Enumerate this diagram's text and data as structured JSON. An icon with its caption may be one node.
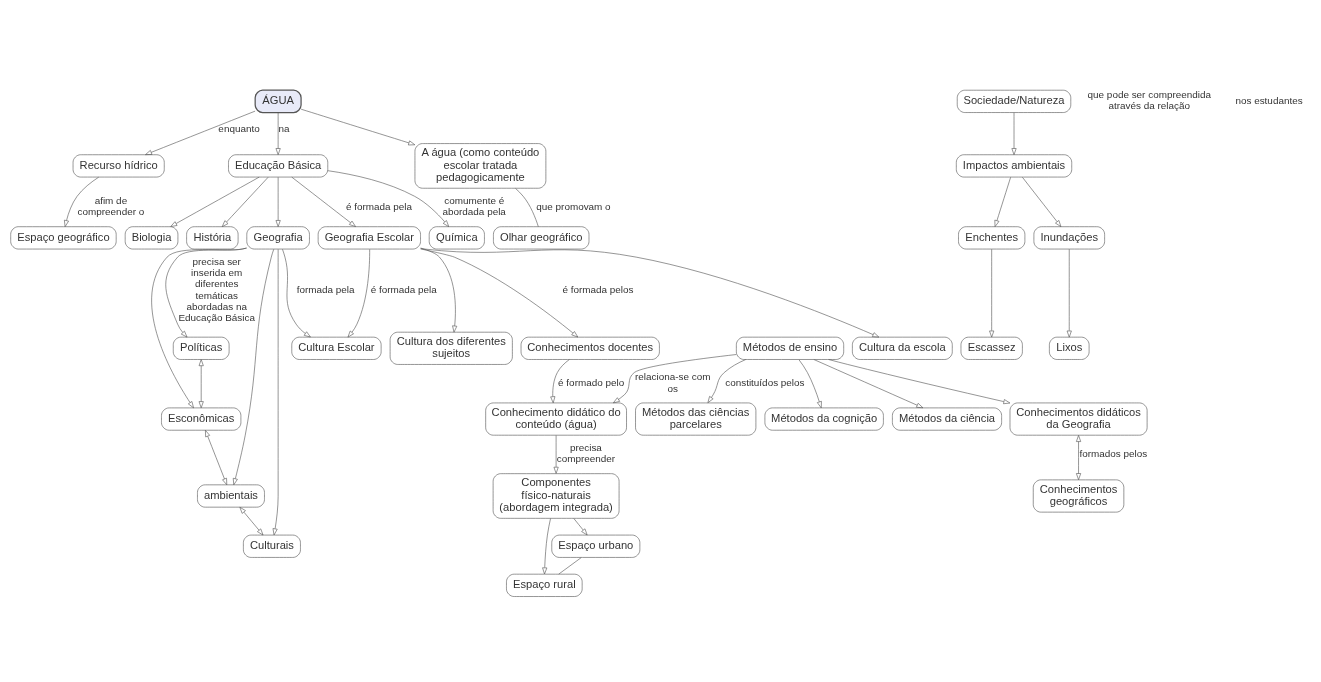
{
  "diagram": {
    "nodes": [
      {
        "text": [
          "ÁGUA"
        ]
      },
      {
        "text": [
          "Recurso hídrico"
        ]
      },
      {
        "text": [
          "Espaço geográfico"
        ]
      },
      {
        "text": [
          "Escassez"
        ]
      },
      {
        "text": [
          "Enchentes"
        ]
      },
      {
        "text": [
          "Impactos ambientais"
        ]
      },
      {
        "text": [
          "Sociedade/Natureza"
        ]
      },
      {
        "text": [
          "Lixos"
        ]
      },
      {
        "text": [
          "Inundações"
        ]
      },
      {
        "text": [
          "Conhecimentos geográficos"
        ]
      },
      {
        "text": [
          "Espaço urbano"
        ]
      },
      {
        "text": [
          "Espaço rural"
        ]
      },
      {
        "text": [
          "Educação Básica"
        ]
      },
      {
        "text": [
          "Química"
        ]
      },
      {
        "text": [
          "A água (como conteúdo escolar tratada pedagogicamente"
        ]
      },
      {
        "text": [
          "Componentes físico-naturais (abordagem integrada)"
        ]
      },
      {
        "text": [
          "Biologia"
        ]
      },
      {
        "text": [
          "Olhar geográfico"
        ]
      },
      {
        "text": [
          "Conhecimentos didáticos da Geografia"
        ]
      },
      {
        "text": [
          "História"
        ]
      },
      {
        "text": [
          "Geografia Escolar"
        ]
      },
      {
        "text": [
          "Métodos da ciência"
        ]
      },
      {
        "text": [
          "Conhecimento didático do conteúdo (água)"
        ]
      },
      {
        "text": [
          "Geografia"
        ]
      },
      {
        "text": [
          "Políticas"
        ]
      },
      {
        "text": [
          "Métodos das ciências parcelares"
        ]
      },
      {
        "text": [
          "Métodos de ensino"
        ]
      },
      {
        "text": [
          "Cultura Escolar"
        ]
      },
      {
        "text": [
          "Esconômicas"
        ]
      },
      {
        "text": [
          "Métodos da cognição"
        ]
      },
      {
        "text": [
          "Conhecimentos docentes"
        ]
      },
      {
        "text": [
          "Cultura da escola"
        ]
      },
      {
        "text": [
          "ambientais"
        ]
      },
      {
        "text": [
          "Cultura dos diferentes sujeitos"
        ]
      },
      {
        "text": [
          "Culturais"
        ]
      }
    ],
    "edges": [
      {
        "from": 0,
        "to": 1,
        "arrow": "to",
        "label": "enquanto"
      },
      {
        "from": 1,
        "to": 2,
        "arrow": "to",
        "label": "afim de compreender o"
      },
      {
        "from": 0,
        "to": 14,
        "arrow": "to"
      },
      {
        "from": 0,
        "to": 12,
        "arrow": "to",
        "label": "na"
      },
      {
        "from": 6,
        "to": 5,
        "arrow": "to"
      },
      {
        "from": 5,
        "to": 4,
        "arrow": "to"
      },
      {
        "from": 5,
        "to": 8,
        "arrow": "to"
      },
      {
        "from": 4,
        "to": 3,
        "arrow": "to"
      },
      {
        "from": 8,
        "to": 7,
        "arrow": "to"
      },
      {
        "from": 10,
        "to": 11,
        "arrow": "none"
      },
      {
        "from": 15,
        "to": 10,
        "arrow": "to"
      },
      {
        "from": 15,
        "to": 11,
        "arrow": "to"
      },
      {
        "from": 14,
        "to": 17,
        "arrow": "none",
        "label": "que promovam o"
      },
      {
        "from": 18,
        "to": 9,
        "arrow": "both",
        "label": "formados pelos"
      },
      {
        "from": 26,
        "to": 22,
        "arrow": "to",
        "label": "relaciona-se com os"
      },
      {
        "from": 26,
        "to": 18,
        "arrow": "to"
      },
      {
        "from": 26,
        "to": 21,
        "arrow": "to"
      },
      {
        "from": 26,
        "to": 25,
        "arrow": "to",
        "label": "constituídos pelos"
      },
      {
        "from": 26,
        "to": 29,
        "arrow": "to"
      },
      {
        "from": 22,
        "to": 15,
        "arrow": "to",
        "label": "precisa compreender"
      },
      {
        "from": 30,
        "to": 22,
        "arrow": "to",
        "label": "é formado pelo"
      },
      {
        "from": 12,
        "to": 20,
        "arrow": "to",
        "label": "é formada pela"
      },
      {
        "from": 12,
        "to": 13,
        "arrow": "to",
        "label": "comumente é abordada pela"
      },
      {
        "from": 12,
        "to": 16,
        "arrow": "to"
      },
      {
        "from": 12,
        "to": 19,
        "arrow": "to"
      },
      {
        "from": 12,
        "to": 23,
        "arrow": "to"
      },
      {
        "from": 20,
        "to": 30,
        "arrow": "to",
        "label": "é formada pelos"
      },
      {
        "from": 20,
        "to": 27,
        "arrow": "to",
        "label": "é formada pela"
      },
      {
        "from": 23,
        "to": 27,
        "arrow": "to",
        "label": "formada pela"
      },
      {
        "from": 20,
        "to": 31,
        "arrow": "to"
      },
      {
        "from": 20,
        "to": 33,
        "arrow": "to"
      },
      {
        "from": 23,
        "to": 24,
        "arrow": "to",
        "label": "precisa ser inserida em diferentes temáticas abordadas na Educação Básica"
      },
      {
        "from": 23,
        "to": 28,
        "arrow": "to"
      },
      {
        "from": 23,
        "to": 32,
        "arrow": "to"
      },
      {
        "from": 23,
        "to": 34,
        "arrow": "to"
      },
      {
        "from": 24,
        "to": 28,
        "arrow": "both"
      },
      {
        "from": 28,
        "to": 32,
        "arrow": "both"
      },
      {
        "from": 32,
        "to": 34,
        "arrow": "both"
      }
    ],
    "labels": [
      "que pode ser compreendida através da relação",
      "nos estudantes"
    ]
  }
}
